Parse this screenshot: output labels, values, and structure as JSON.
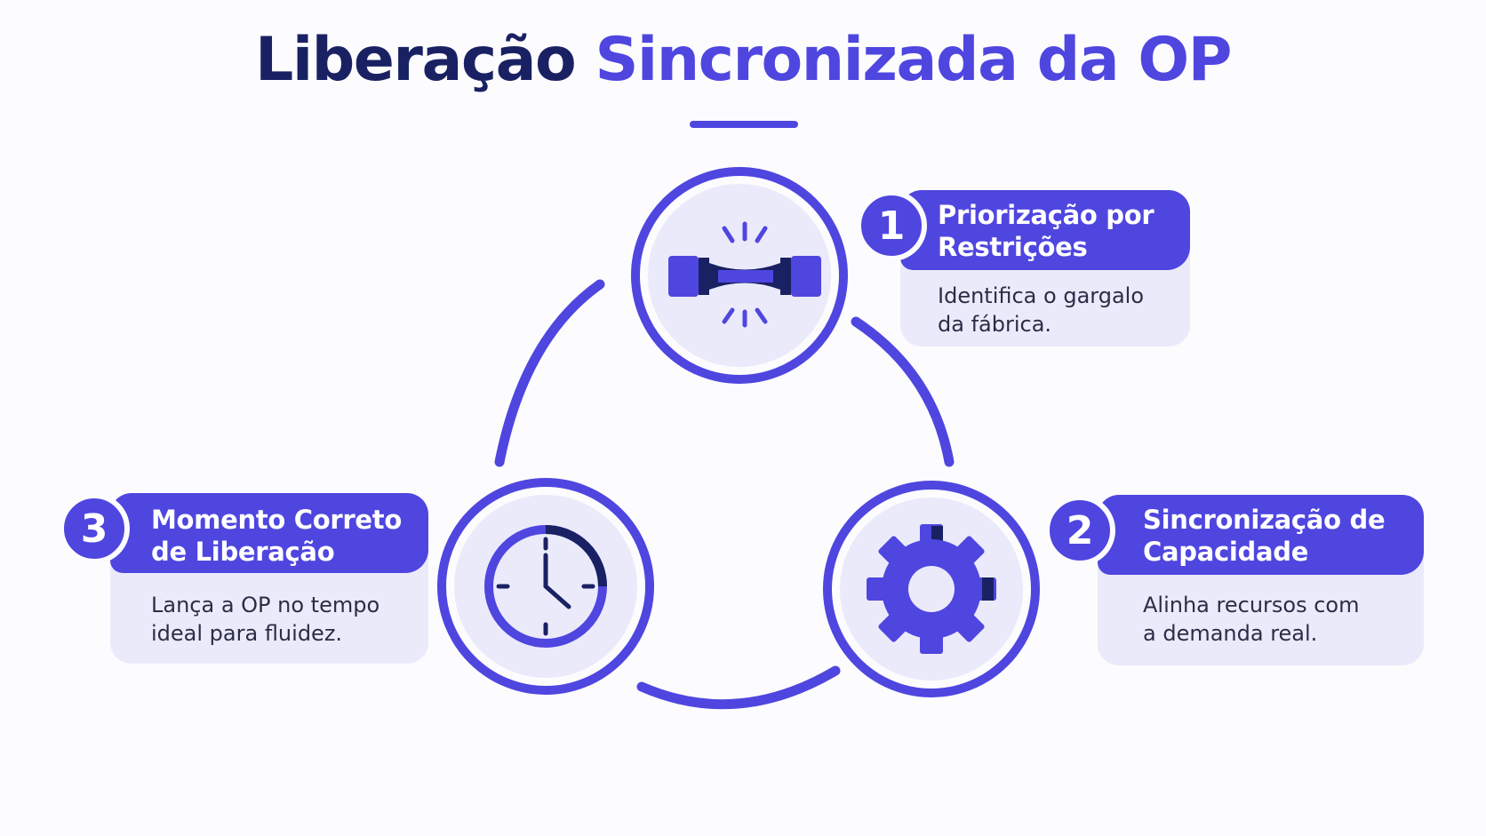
{
  "header": {
    "title_part1": "Liberação",
    "title_part2": "Sincronizada da OP"
  },
  "colors": {
    "accent": "#4f46e0",
    "dark": "#1a2163",
    "card_bg": "#ebeafb",
    "circle_bg": "#ebeafb"
  },
  "steps": [
    {
      "number": "1",
      "title": "Priorização por\nRestrições",
      "description": "Identifica o gargalo\nda fábrica.",
      "icon": "bottleneck-icon"
    },
    {
      "number": "2",
      "title": "Sincronização de\nCapacidade",
      "description": "Alinha recursos com\na demanda real.",
      "icon": "gear-icon"
    },
    {
      "number": "3",
      "title": "Momento Correto\nde Liberação",
      "description": "Lança a OP no tempo\nideal para fluidez.",
      "icon": "clock-icon"
    }
  ]
}
